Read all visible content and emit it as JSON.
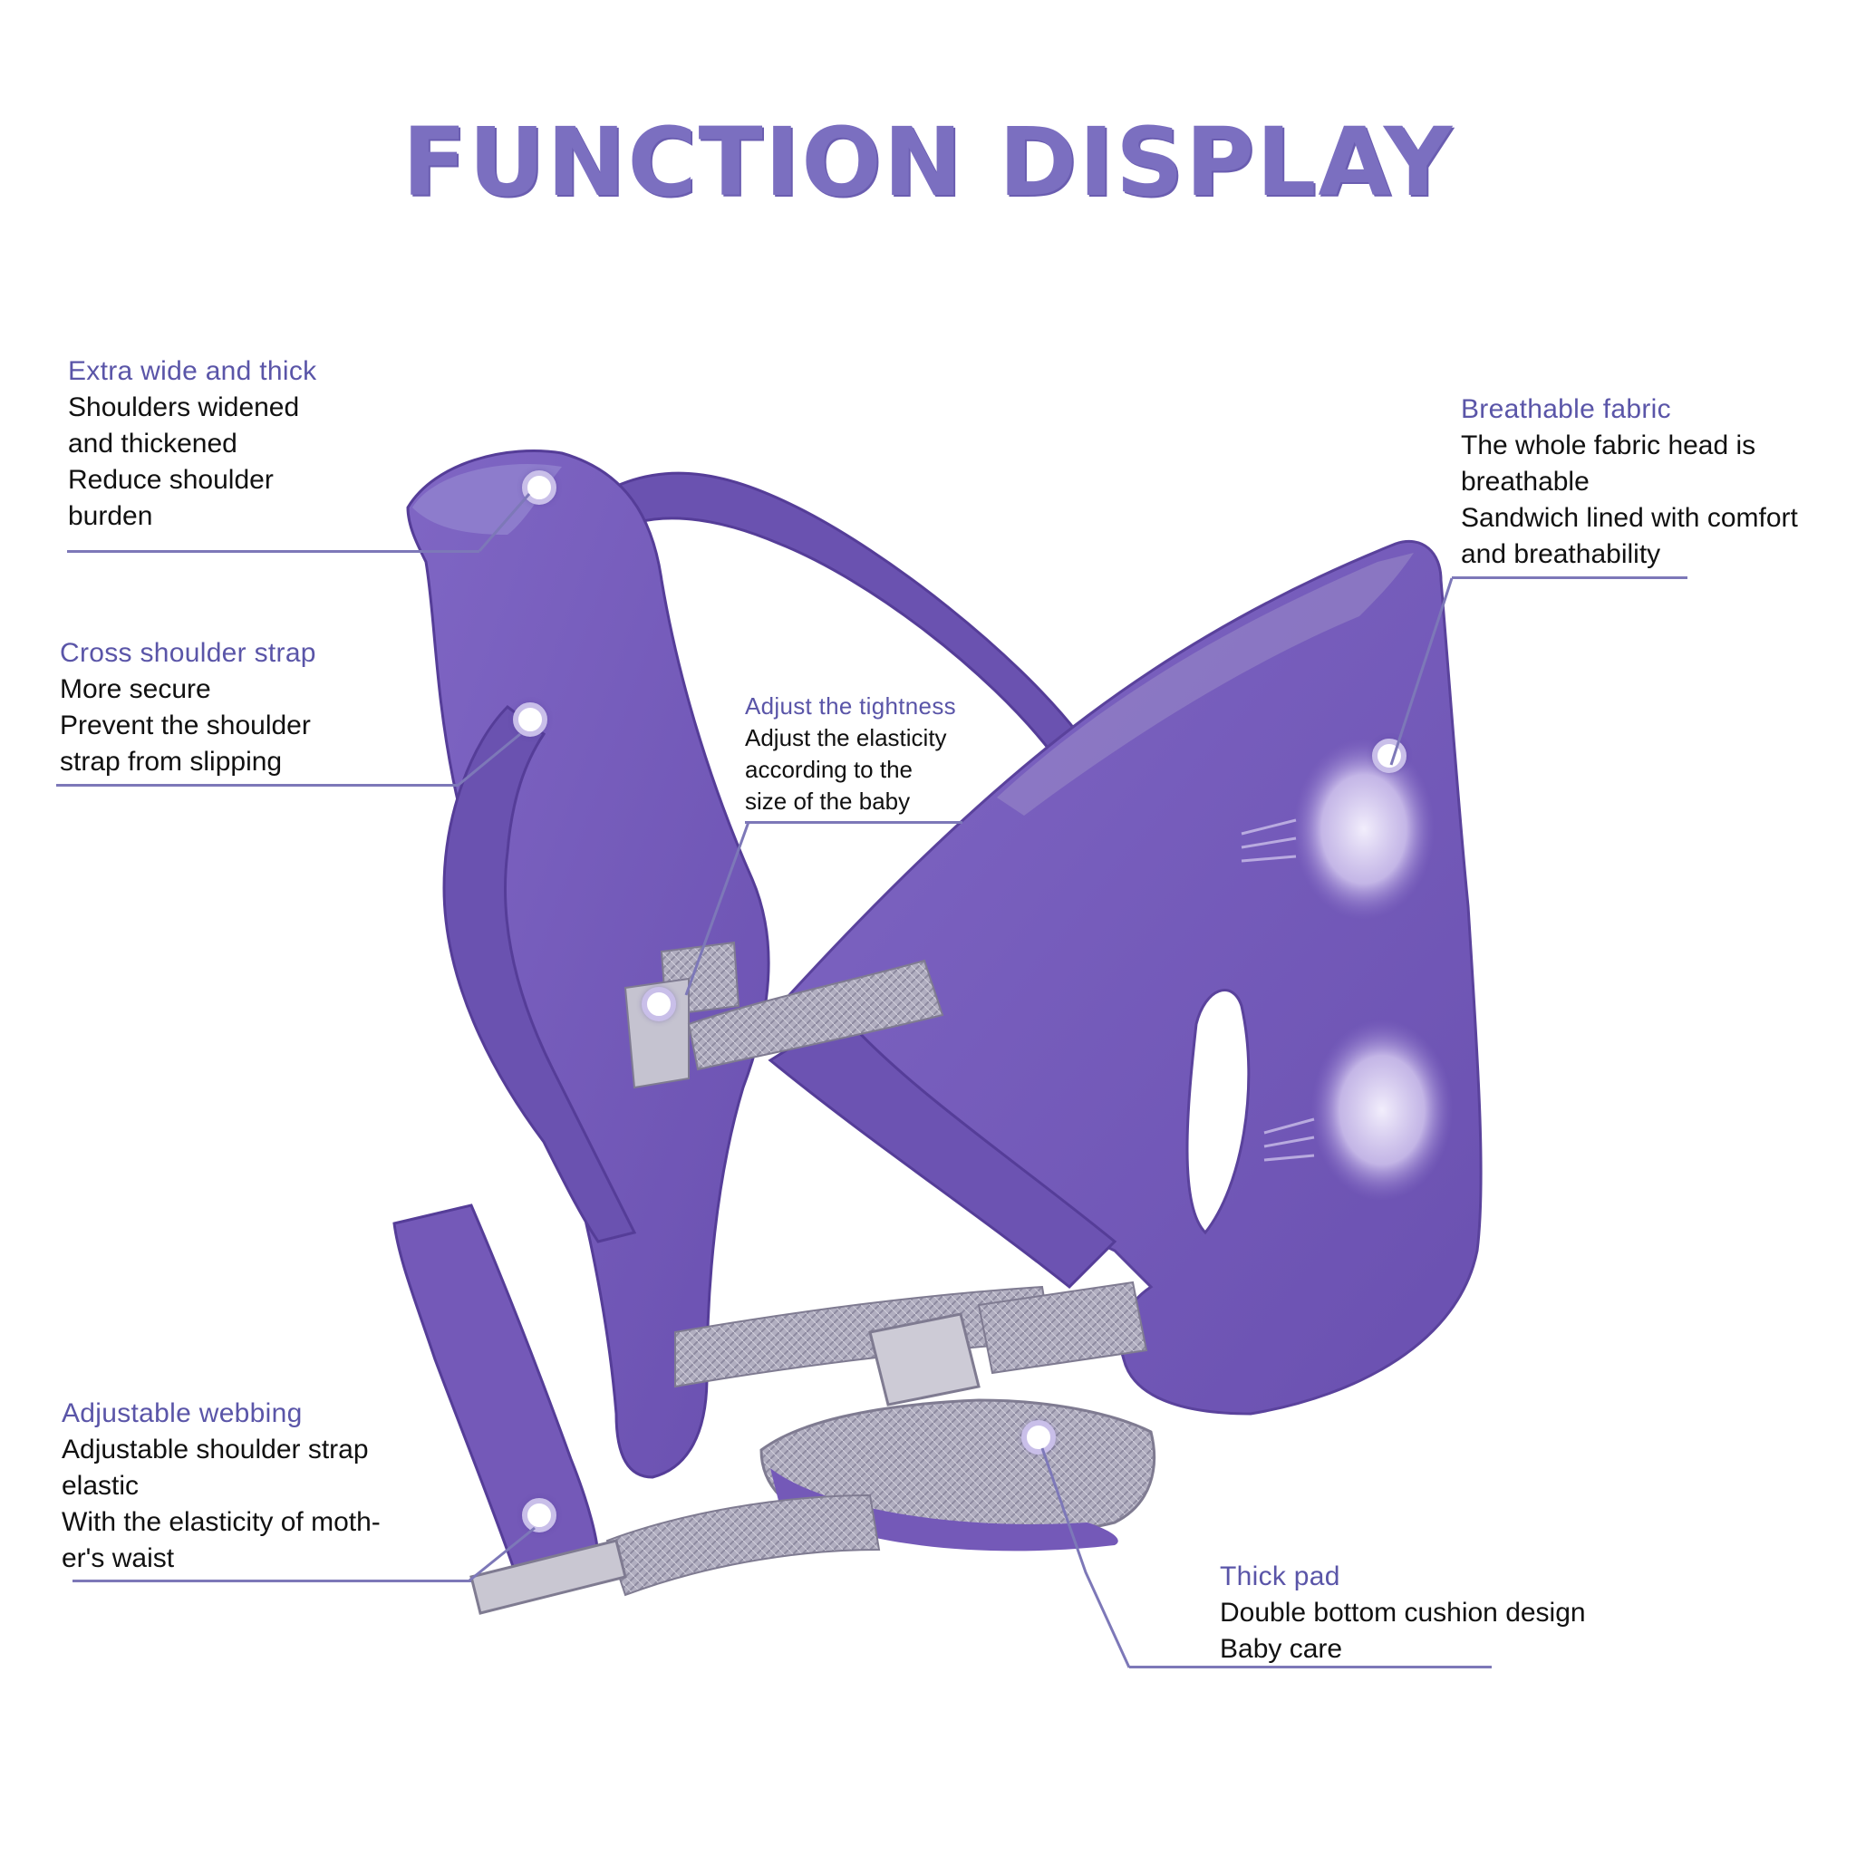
{
  "title": "FUNCTION DISPLAY",
  "colors": {
    "title": "#7b6fc0",
    "label_head": "#5a55a8",
    "label_text": "#111111",
    "fabric": "#7459b8",
    "fabric_dark": "#5c429c",
    "webbing": "#a9a6b6",
    "leader_line": "#7d78b8"
  },
  "callouts": {
    "shoulder": {
      "heading": "Extra wide and thick",
      "lines": [
        "Shoulders widened",
        "and thickened",
        "Reduce shoulder",
        "burden"
      ]
    },
    "cross_strap": {
      "heading": "Cross shoulder strap",
      "lines": [
        "More secure",
        "Prevent the shoulder",
        "strap from slipping"
      ]
    },
    "tightness": {
      "heading": "Adjust the tightness",
      "lines": [
        "Adjust the elasticity",
        "according to the",
        "size of the baby"
      ]
    },
    "fabric": {
      "heading": "Breathable fabric",
      "lines": [
        "The whole fabric head is",
        "breathable",
        "Sandwich lined with comfort",
        "and breathability"
      ]
    },
    "webbing": {
      "heading": "Adjustable webbing",
      "lines": [
        "Adjustable shoulder strap",
        "elastic",
        "With the elasticity of moth-",
        "er's waist"
      ]
    },
    "pad": {
      "heading": "Thick pad",
      "lines": [
        "Double bottom cushion design",
        "Baby care"
      ]
    }
  }
}
